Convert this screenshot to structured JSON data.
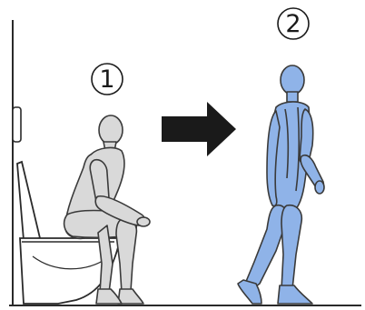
{
  "steps": [
    {
      "number": "1",
      "state": "seated"
    },
    {
      "number": "2",
      "state": "walking"
    }
  ],
  "arrow_direction": "right",
  "colors": {
    "seated_figure_fill": "#d9d9d9",
    "walking_figure_fill": "#8fb3e8",
    "outline": "#3a3a3a",
    "arrow": "#1a1a1a",
    "background": "#ffffff"
  },
  "icons": {
    "step_marker": "circled-number",
    "arrow": "thick-right-arrow"
  }
}
